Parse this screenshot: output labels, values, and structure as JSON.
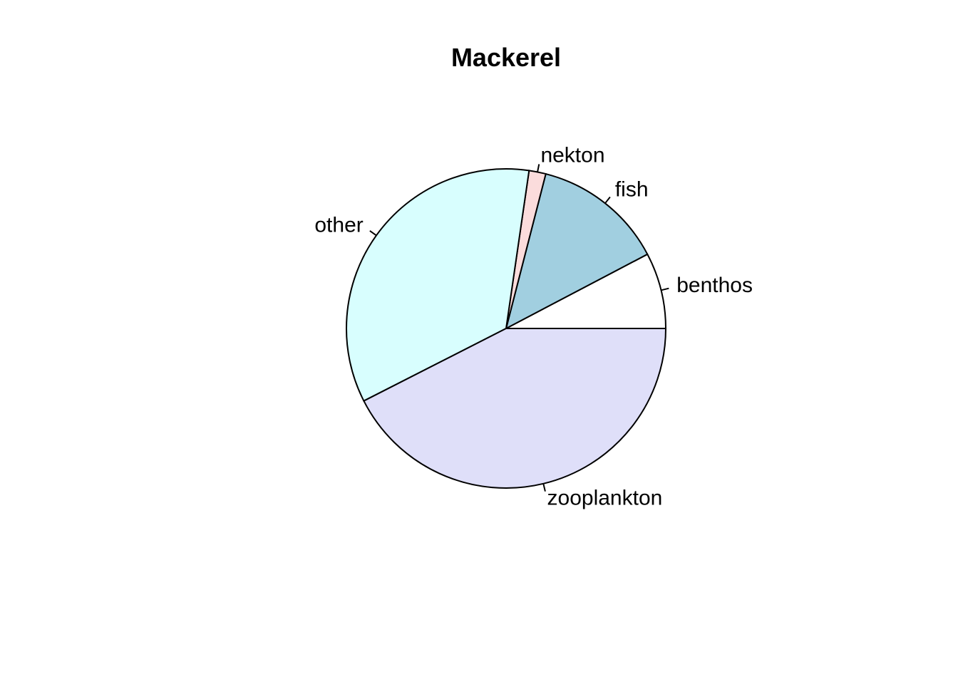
{
  "chart_data": {
    "type": "pie",
    "title": "Mackerel",
    "start_angle_deg": 0,
    "direction": "counterclockwise",
    "slices": [
      {
        "label": "benthos",
        "value": 7.7,
        "color": "#ffffff"
      },
      {
        "label": "fish",
        "value": 13.3,
        "color": "#a1cfe0"
      },
      {
        "label": "nekton",
        "value": 1.7,
        "color": "#fbdcdc"
      },
      {
        "label": "other",
        "value": 34.8,
        "color": "#d8fefe"
      },
      {
        "label": "zooplankton",
        "value": 42.5,
        "color": "#dfdff9"
      }
    ]
  }
}
